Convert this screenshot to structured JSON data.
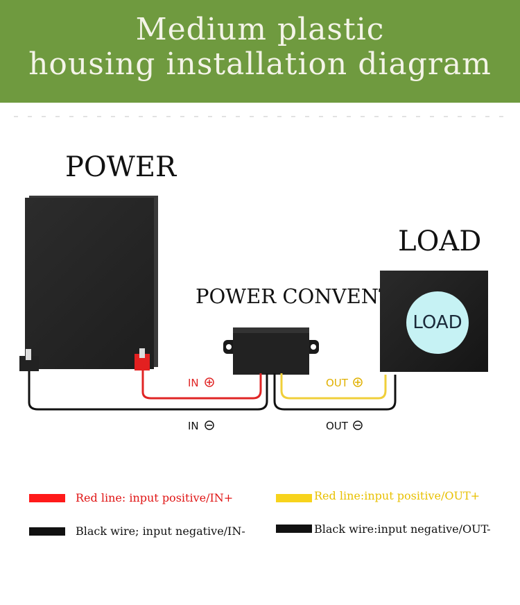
{
  "header": {
    "title_line1": "Medium plastic",
    "title_line2": "housing installation diagram"
  },
  "labels": {
    "power": "POWER",
    "load": "LOAD",
    "converter": "POWER CONVENTER",
    "load_circle": "LOAD"
  },
  "wires": {
    "in_pos": "IN",
    "in_neg": "IN",
    "out_pos": "OUT",
    "out_neg": "OUT"
  },
  "legend": [
    {
      "text": "Red line: input positive/IN+",
      "color": "#ff1a1a"
    },
    {
      "text": "Red line:input positive/OUT+",
      "color": "#f7d31c"
    },
    {
      "text": "Black wire; input negative/IN-",
      "color": "#111111"
    },
    {
      "text": "Black wire:input negative/OUT-",
      "color": "#111111"
    }
  ],
  "colors": {
    "header": "#6f9a3f",
    "red": "#ff1a1a",
    "yellow": "#f7d31c",
    "black": "#111111",
    "load_circle": "#c6f2f4"
  }
}
